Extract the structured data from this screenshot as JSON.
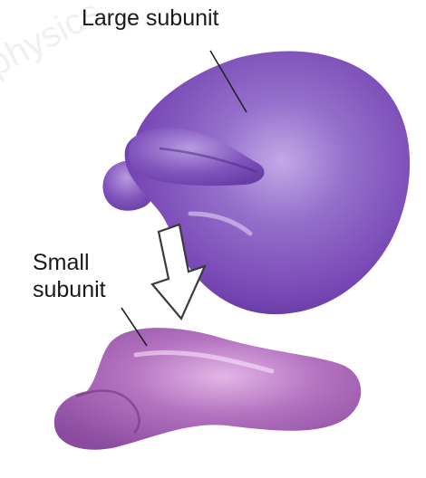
{
  "labels": {
    "large_subunit": "Large subunit",
    "small_subunit_line1": "Small",
    "small_subunit_line2": "subunit"
  },
  "watermark": "physics",
  "colors": {
    "large_subunit": "#8050b8",
    "small_subunit": "#a05cb0",
    "arrow_outline": "#3a3a3a",
    "background": "#ffffff"
  }
}
